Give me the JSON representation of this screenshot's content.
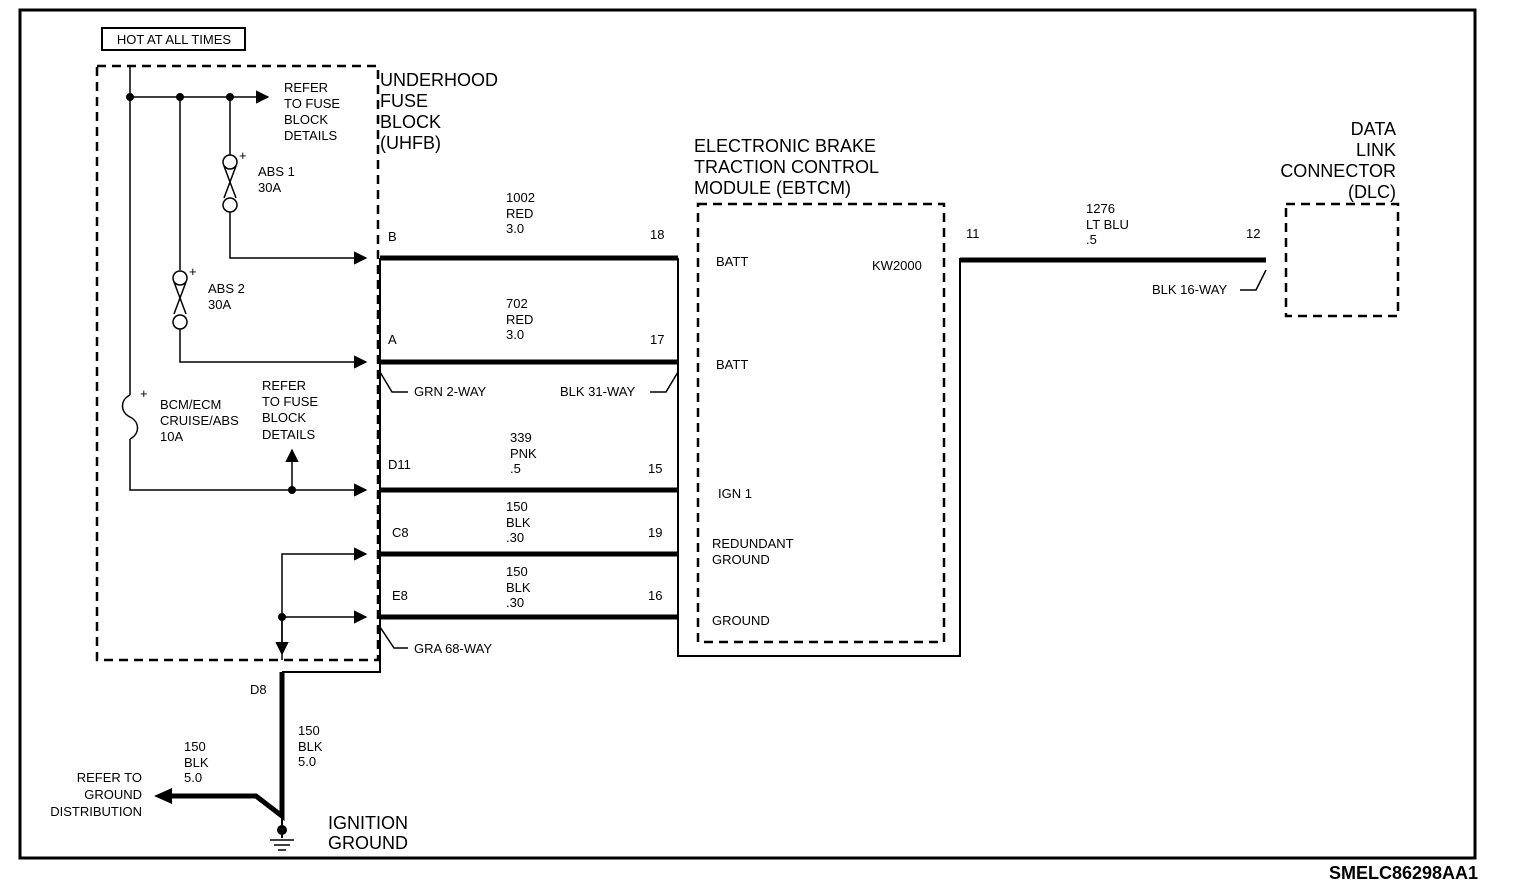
{
  "header": {
    "hot_label": "HOT AT ALL TIMES"
  },
  "uhfb": {
    "title_lines": [
      "UNDERHOOD",
      "FUSE",
      "BLOCK",
      "(UHFB)"
    ],
    "refer_top": [
      "REFER",
      "TO FUSE",
      "BLOCK",
      "DETAILS"
    ],
    "refer_mid": [
      "REFER",
      "TO FUSE",
      "BLOCK",
      "DETAILS"
    ],
    "fuses": [
      {
        "lines": [
          "ABS 1",
          "30A"
        ]
      },
      {
        "lines": [
          "ABS 2",
          "30A"
        ]
      },
      {
        "lines": [
          "BCM/ECM",
          "CRUISE/ABS",
          "10A"
        ]
      }
    ],
    "plus_sign": "+"
  },
  "ebtcm": {
    "title_lines": [
      "ELECTRONIC BRAKE",
      "TRACTION CONTROL",
      "MODULE (EBTCM)"
    ],
    "pins": [
      "BATT",
      "BATT",
      "IGN 1",
      "REDUNDANT",
      "GROUND",
      "GROUND"
    ],
    "kw": "KW2000"
  },
  "dlc": {
    "title_lines": [
      "DATA",
      "LINK",
      "CONNECTOR",
      "(DLC)"
    ]
  },
  "wires": [
    {
      "lines": [
        "1002",
        "RED",
        "3.0"
      ],
      "from": "B",
      "to": "18"
    },
    {
      "lines": [
        "702",
        "RED",
        "3.0"
      ],
      "from": "A",
      "to": "17"
    },
    {
      "lines": [
        "339",
        "PNK",
        ".5"
      ],
      "from": "D11",
      "to": "15"
    },
    {
      "lines": [
        "150",
        "BLK",
        ".30"
      ],
      "from": "C8",
      "to": "19"
    },
    {
      "lines": [
        "150",
        "BLK",
        ".30"
      ],
      "from": "E8",
      "to": "16"
    },
    {
      "lines": [
        "1276",
        "LT BLU",
        ".5"
      ],
      "from": "11",
      "to": "12"
    }
  ],
  "connectors": {
    "grn": "GRN 2-WAY",
    "blk31": "BLK 31-WAY",
    "gra": "GRA 68-WAY",
    "blk16": "BLK 16-WAY"
  },
  "ground": {
    "pin": "D8",
    "wire_vertical": [
      "150",
      "BLK",
      "5.0"
    ],
    "wire_horizontal": [
      "150",
      "BLK",
      "5.0"
    ],
    "refer_lines": [
      "REFER TO",
      "GROUND",
      "DISTRIBUTION"
    ],
    "ignition_lines": [
      "IGNITION",
      "GROUND"
    ]
  },
  "footer": {
    "code": "SMELC86298AA1"
  }
}
